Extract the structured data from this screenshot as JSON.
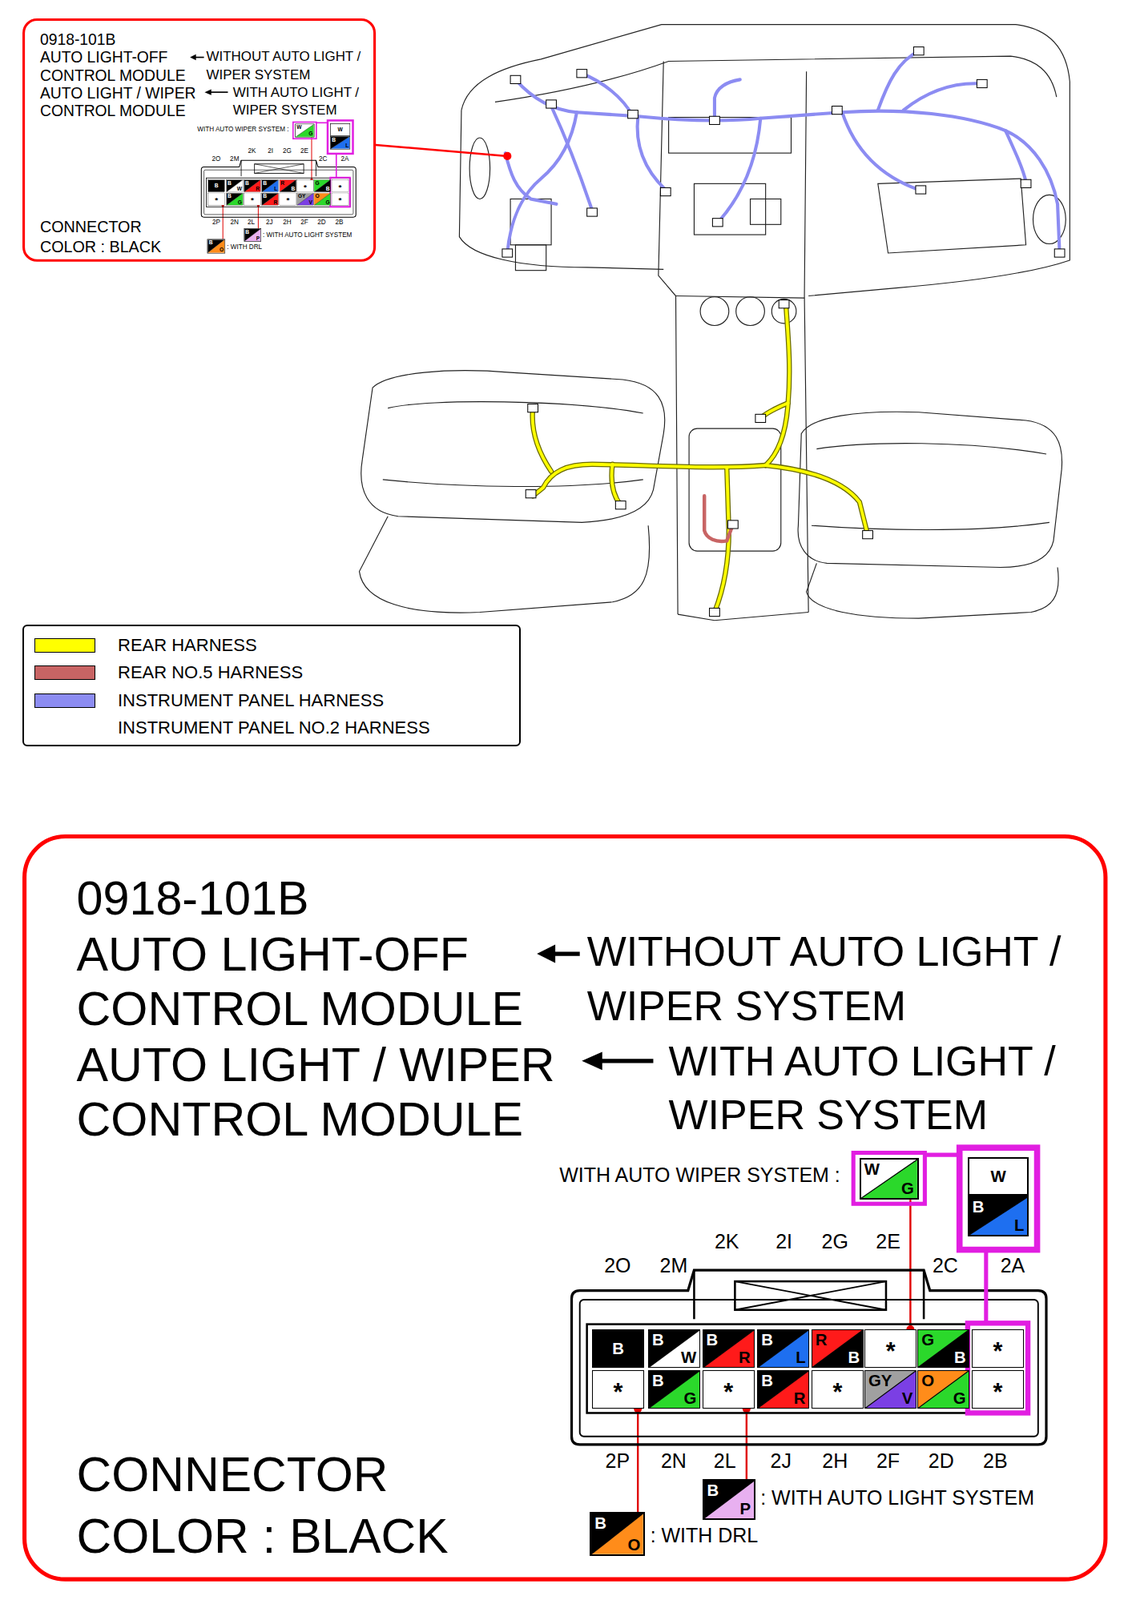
{
  "diagram": {
    "nodes": [
      {
        "text": [
          "0918-101B",
          "AUTO LIGHT-OFF CONTROL MODULE",
          "WITHOUT AUTO LIGHT / WIPER SYSTEM",
          "AUTO LIGHT / WIPER CONTROL MODULE",
          "WITH AUTO LIGHT / WIPER SYSTEM",
          "CONNECTOR COLOR : BLACK"
        ]
      },
      {
        "text": [
          "W",
          "G"
        ],
        "in": 0
      },
      {
        "text": [
          "W"
        ],
        "in": 0
      },
      {
        "text": [
          "B",
          "L"
        ],
        "in": 0
      },
      {
        "text": [
          "B"
        ],
        "in": 0
      },
      {
        "text": [
          "B",
          "W"
        ],
        "in": 0
      },
      {
        "text": [
          "B",
          "R"
        ],
        "in": 0
      },
      {
        "text": [
          "B",
          "L"
        ],
        "in": 0
      },
      {
        "text": [
          "R",
          "B"
        ],
        "in": 0
      },
      {
        "text": [
          "*"
        ],
        "in": 0
      },
      {
        "text": [
          "G",
          "B"
        ],
        "in": 0
      },
      {
        "text": [
          "*"
        ],
        "in": 0
      },
      {
        "text": [
          "*"
        ],
        "in": 0
      },
      {
        "text": [
          "B",
          "G"
        ],
        "in": 0
      },
      {
        "text": [
          "*"
        ],
        "in": 0
      },
      {
        "text": [
          "B",
          "R"
        ],
        "in": 0
      },
      {
        "text": [
          "*"
        ],
        "in": 0
      },
      {
        "text": [
          "GY",
          "V"
        ],
        "in": 0
      },
      {
        "text": [
          "O",
          "G"
        ],
        "in": 0
      },
      {
        "text": [
          "*"
        ],
        "in": 0
      },
      {
        "text": [
          "B",
          "P"
        ],
        "in": 0
      },
      {
        "text": [
          "B",
          "O"
        ],
        "in": 0
      },
      {
        "text": [
          "0918-101B",
          "AUTO LIGHT-OFF CONTROL MODULE",
          "WITHOUT AUTO LIGHT / WIPER SYSTEM",
          "AUTO LIGHT / WIPER CONTROL MODULE",
          "WITH AUTO LIGHT / WIPER SYSTEM",
          "CONNECTOR COLOR : BLACK"
        ]
      },
      {
        "text": [
          "W",
          "G"
        ],
        "in": 22
      },
      {
        "text": [
          "W"
        ],
        "in": 22
      },
      {
        "text": [
          "B",
          "L"
        ],
        "in": 22
      },
      {
        "text": [
          "B"
        ],
        "in": 22
      },
      {
        "text": [
          "B",
          "W"
        ],
        "in": 22
      },
      {
        "text": [
          "B",
          "R"
        ],
        "in": 22
      },
      {
        "text": [
          "B",
          "L"
        ],
        "in": 22
      },
      {
        "text": [
          "R",
          "B"
        ],
        "in": 22
      },
      {
        "text": [
          "*"
        ],
        "in": 22
      },
      {
        "text": [
          "G",
          "B"
        ],
        "in": 22
      },
      {
        "text": [
          "*"
        ],
        "in": 22
      },
      {
        "text": [
          "*"
        ],
        "in": 22
      },
      {
        "text": [
          "B",
          "G"
        ],
        "in": 22
      },
      {
        "text": [
          "*"
        ],
        "in": 22
      },
      {
        "text": [
          "B",
          "R"
        ],
        "in": 22
      },
      {
        "text": [
          "*"
        ],
        "in": 22
      },
      {
        "text": [
          "GY",
          "V"
        ],
        "in": 22
      },
      {
        "text": [
          "O",
          "G"
        ],
        "in": 22
      },
      {
        "text": [
          "*"
        ],
        "in": 22
      },
      {
        "text": [
          "B",
          "P"
        ],
        "in": 22
      },
      {
        "text": [
          "B",
          "O"
        ],
        "in": 22
      }
    ],
    "edges": [
      {
        "from": 1,
        "to": 9,
        "arrow": "none"
      },
      {
        "from": 20,
        "to": 14,
        "arrow": "none"
      },
      {
        "from": 21,
        "to": 12,
        "arrow": "none"
      },
      {
        "from": 23,
        "to": 31,
        "arrow": "none"
      },
      {
        "from": 42,
        "to": 36,
        "arrow": "none"
      },
      {
        "from": 43,
        "to": 34,
        "arrow": "none"
      }
    ],
    "labels": [
      "WITH AUTO WIPER SYSTEM :",
      "2K",
      "2I",
      "2G",
      "2E",
      "2O",
      "2M",
      "2C",
      "2A",
      "2P",
      "2N",
      "2L",
      "2J",
      "2H",
      "2F",
      "2D",
      "2B",
      ": WITH AUTO LIGHT SYSTEM",
      ": WITH DRL",
      "WITH AUTO WIPER SYSTEM :",
      "2K",
      "2I",
      "2G",
      "2E",
      "2O",
      "2M",
      "2C",
      "2A",
      "2P",
      "2N",
      "2L",
      "2J",
      "2H",
      "2F",
      "2D",
      "2B",
      ": WITH AUTO LIGHT SYSTEM",
      ": WITH DRL"
    ],
    "legend": [
      {
        "text": "REAR HARNESS",
        "color": "#ffff00"
      },
      {
        "text": "REAR NO.5 HARNESS",
        "color": "#c86464"
      },
      {
        "text": "INSTRUMENT PANEL HARNESS INSTRUMENT PANEL NO.2 HARNESS",
        "color": "#8c8cf2"
      }
    ]
  }
}
